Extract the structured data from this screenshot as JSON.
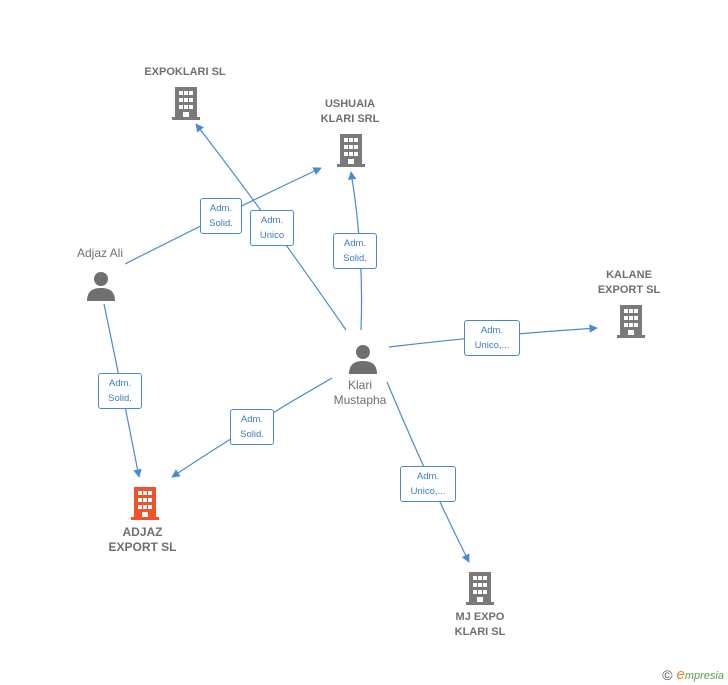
{
  "nodes": {
    "expoklari": {
      "label": "EXPOKLARI  SL",
      "type": "company"
    },
    "ushuaia": {
      "label": "USHUAIA\nKLARI SRL",
      "type": "company"
    },
    "kalane": {
      "label": "KALANE\nEXPORT  SL",
      "type": "company"
    },
    "adjaz_export": {
      "label": "ADJAZ\nEXPORT  SL",
      "type": "company-focus"
    },
    "mj_expo": {
      "label": "MJ EXPO\nKLARI  SL",
      "type": "company"
    },
    "adjaz_ali": {
      "label": "Adjaz Ali",
      "type": "person"
    },
    "klari": {
      "label": "Klari\nMustapha",
      "type": "person"
    }
  },
  "edges": [
    {
      "label": "Adm.\nSolid.",
      "from": "adjaz_ali",
      "to": "ushuaia"
    },
    {
      "label": "Adm.\nUnico",
      "from": "klari",
      "to": "expoklari"
    },
    {
      "label": "Adm.\nSolid.",
      "from": "klari",
      "to": "ushuaia"
    },
    {
      "label": "Adm.\nUnico,...",
      "from": "klari",
      "to": "kalane"
    },
    {
      "label": "Adm.\nSolid.",
      "from": "adjaz_ali",
      "to": "adjaz_export"
    },
    {
      "label": "Adm.\nSolid.",
      "from": "klari",
      "to": "adjaz_export"
    },
    {
      "label": "Adm.\nUnico,...",
      "from": "klari",
      "to": "mj_expo"
    }
  ],
  "colors": {
    "edge": "#4a8ad4",
    "company": "#7a7a7a",
    "focus_company": "#f0532a",
    "person": "#6f6f6f"
  },
  "footer": {
    "copyright": "©",
    "brand_initial": "e",
    "brand_rest": "mpresia"
  }
}
